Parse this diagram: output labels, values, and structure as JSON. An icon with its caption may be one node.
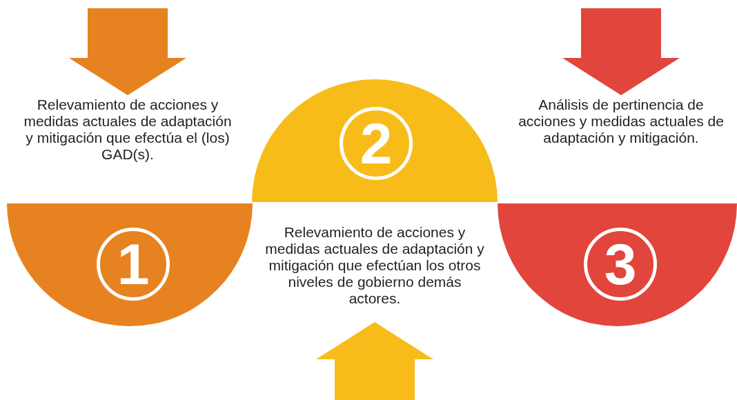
{
  "diagram": {
    "nodes": [
      {
        "text": [
          "Relevamiento de acciones y medidas actuales de adaptación y mitigación que efectúa el (los) GAD(s)."
        ]
      },
      {
        "text": [
          "1"
        ]
      },
      {
        "text": [
          "2"
        ]
      },
      {
        "text": [
          "Relevamiento de acciones y medidas actuales de adaptación y mitigación que efectúan los otros niveles de gobierno demás actores."
        ]
      },
      {
        "text": [
          "Análisis de pertinencia de acciones y medidas actuales de adaptación y mitigación."
        ]
      },
      {
        "text": [
          "3"
        ]
      }
    ],
    "edges": [
      {
        "from": null,
        "to": 0,
        "arrow": "to",
        "color": "#e6821f"
      },
      {
        "from": null,
        "to": 3,
        "arrow": "to",
        "color": "#f8bc1a"
      },
      {
        "from": null,
        "to": 4,
        "arrow": "to",
        "color": "#e2453b"
      }
    ]
  }
}
